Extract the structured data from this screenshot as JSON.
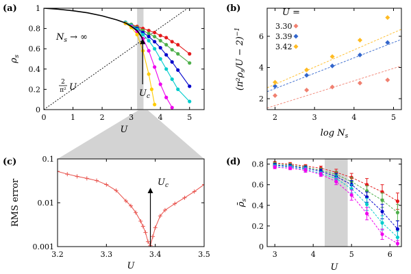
{
  "figure": {
    "panels": [
      "(a)",
      "(b)",
      "(c)",
      "(d)"
    ]
  },
  "chart_data": [
    {
      "panel": "(a)",
      "type": "line",
      "xlabel": "U",
      "ylabel": "ρ_s",
      "xlim": [
        0,
        5.5
      ],
      "ylim": [
        0,
        1
      ],
      "xticks": [
        0,
        1,
        2,
        3,
        4,
        5
      ],
      "yticks": [
        0,
        0.2,
        0.4,
        0.6,
        0.8,
        1
      ],
      "annotations": {
        "limit": "N_s → ∞",
        "linear": "U",
        "critical": "U_c"
      },
      "shaded_band": [
        3.2,
        3.42
      ],
      "critical_arrow": {
        "x": 3.39,
        "y_from": 0.25,
        "y_to": 0.7
      },
      "limit_curve": {
        "x": [
          0,
          0.5,
          1,
          1.5,
          2,
          2.5,
          2.8,
          3.0,
          3.2,
          3.3,
          3.39
        ],
        "y": [
          1.0,
          0.99,
          0.975,
          0.955,
          0.925,
          0.885,
          0.855,
          0.82,
          0.78,
          0.74,
          0.7
        ]
      },
      "linear_guide": {
        "x": [
          0,
          5.5
        ],
        "y": [
          0,
          1.114
        ]
      },
      "series": [
        {
          "color": "#e41a1c",
          "x": [
            2.8,
            3.0,
            3.2,
            3.4,
            3.6,
            3.8,
            4.0,
            4.2,
            4.4,
            4.6,
            5.0
          ],
          "y": [
            0.86,
            0.84,
            0.82,
            0.8,
            0.78,
            0.76,
            0.73,
            0.71,
            0.67,
            0.64,
            0.55
          ]
        },
        {
          "color": "#4daf4a",
          "x": [
            2.8,
            3.0,
            3.2,
            3.4,
            3.6,
            3.8,
            4.0,
            4.2,
            4.4,
            4.6,
            5.0
          ],
          "y": [
            0.86,
            0.84,
            0.81,
            0.78,
            0.75,
            0.72,
            0.68,
            0.64,
            0.59,
            0.55,
            0.46
          ]
        },
        {
          "color": "#0000cc",
          "x": [
            2.8,
            3.0,
            3.2,
            3.4,
            3.6,
            3.8,
            4.0,
            4.2,
            4.4,
            4.6,
            5.0
          ],
          "y": [
            0.86,
            0.83,
            0.8,
            0.76,
            0.72,
            0.67,
            0.61,
            0.54,
            0.47,
            0.39,
            0.23
          ]
        },
        {
          "color": "#00cccc",
          "x": [
            2.8,
            3.0,
            3.2,
            3.4,
            3.6,
            3.8,
            4.0,
            4.2,
            4.4,
            4.6,
            5.0
          ],
          "y": [
            0.86,
            0.83,
            0.79,
            0.74,
            0.68,
            0.6,
            0.5,
            0.4,
            0.3,
            0.2,
            0.08
          ]
        },
        {
          "color": "#ee00ee",
          "x": [
            2.8,
            3.0,
            3.2,
            3.4,
            3.6,
            3.8,
            4.0,
            4.2,
            4.4
          ],
          "y": [
            0.85,
            0.82,
            0.77,
            0.7,
            0.58,
            0.42,
            0.25,
            0.12,
            0.02
          ]
        },
        {
          "color": "#ffcc00",
          "x": [
            2.8,
            3.0,
            3.2,
            3.4,
            3.6,
            3.7,
            3.8
          ],
          "y": [
            0.85,
            0.81,
            0.74,
            0.58,
            0.35,
            0.2,
            0.05
          ]
        }
      ]
    },
    {
      "panel": "(b)",
      "type": "scatter",
      "xlabel": "log N_s",
      "ylabel": "(π²ρ_s/U − 2)⁻¹",
      "xlim": [
        1.8,
        5.2
      ],
      "ylim": [
        1.3,
        7.8
      ],
      "xticks": [
        2,
        3,
        4,
        5
      ],
      "yticks": [
        2,
        4,
        6
      ],
      "legend": {
        "title": "U =",
        "position": "top-left"
      },
      "series": [
        {
          "name": "3.30",
          "color": "#f08070",
          "x": [
            2.0,
            2.8,
            3.45,
            4.15,
            4.85
          ],
          "y": [
            2.2,
            2.55,
            2.75,
            3.0,
            3.2
          ],
          "fit": [
            [
              1.8,
              1.4
            ],
            [
              5.2,
              4.1
            ]
          ]
        },
        {
          "name": "3.39",
          "color": "#3366cc",
          "x": [
            2.0,
            2.8,
            3.45,
            4.15,
            4.85
          ],
          "y": [
            2.8,
            3.5,
            4.1,
            4.8,
            5.6
          ],
          "fit": [
            [
              1.8,
              2.45
            ],
            [
              5.2,
              5.8
            ]
          ]
        },
        {
          "name": "3.42",
          "color": "#ffbb22",
          "x": [
            2.0,
            2.8,
            3.45,
            4.15,
            4.85
          ],
          "y": [
            3.05,
            3.85,
            4.7,
            5.75,
            7.2
          ],
          "fit": [
            [
              1.8,
              2.7
            ],
            [
              5.2,
              6.45
            ]
          ]
        }
      ]
    },
    {
      "panel": "(c)",
      "type": "line",
      "xlabel": "U",
      "ylabel": "RMS error",
      "yscale": "log",
      "xlim": [
        3.2,
        3.5
      ],
      "ylim": [
        0.001,
        0.1
      ],
      "xticks": [
        3.2,
        3.3,
        3.4,
        3.5
      ],
      "yticks": [
        0.001,
        0.01,
        0.1
      ],
      "ytick_labels": [
        "0.001",
        "0.01",
        "0.1"
      ],
      "annotations": {
        "critical": "U_c"
      },
      "critical_arrow": {
        "x": 3.39,
        "y_from": 0.001,
        "y_to": 0.022
      },
      "series": [
        {
          "color": "#e8504a",
          "x": [
            3.2,
            3.22,
            3.24,
            3.26,
            3.28,
            3.3,
            3.32,
            3.34,
            3.35,
            3.36,
            3.37,
            3.375,
            3.38,
            3.385,
            3.39,
            3.395,
            3.4,
            3.41,
            3.42,
            3.44,
            3.46,
            3.48,
            3.5
          ],
          "y": [
            0.052,
            0.045,
            0.04,
            0.036,
            0.032,
            0.026,
            0.019,
            0.011,
            0.0085,
            0.006,
            0.0038,
            0.0029,
            0.0021,
            0.0013,
            0.00105,
            0.0017,
            0.0027,
            0.005,
            0.0068,
            0.0095,
            0.013,
            0.018,
            0.026
          ]
        }
      ]
    },
    {
      "panel": "(d)",
      "type": "line",
      "xlabel": "U",
      "ylabel": "ρ̄_s",
      "xlim": [
        2.8,
        6.3
      ],
      "ylim": [
        0,
        0.85
      ],
      "xticks": [
        3,
        4,
        5,
        6
      ],
      "yticks": [
        0,
        0.2,
        0.4,
        0.6,
        0.8
      ],
      "shaded_band": [
        4.3,
        4.9
      ],
      "series": [
        {
          "color": "#e41a1c",
          "x": [
            3.0,
            3.4,
            3.8,
            4.2,
            4.6,
            5.0,
            5.4,
            5.8,
            6.2
          ],
          "y": [
            0.81,
            0.8,
            0.78,
            0.76,
            0.72,
            0.67,
            0.6,
            0.53,
            0.44
          ],
          "err": [
            0.015,
            0.015,
            0.015,
            0.02,
            0.03,
            0.04,
            0.06,
            0.07,
            0.08
          ]
        },
        {
          "color": "#4daf4a",
          "x": [
            3.0,
            3.4,
            3.8,
            4.2,
            4.6,
            5.0,
            5.4,
            5.8,
            6.2
          ],
          "y": [
            0.8,
            0.79,
            0.77,
            0.74,
            0.7,
            0.63,
            0.54,
            0.45,
            0.33
          ],
          "err": [
            0.015,
            0.015,
            0.015,
            0.02,
            0.03,
            0.04,
            0.05,
            0.07,
            0.08
          ]
        },
        {
          "color": "#0000cc",
          "x": [
            3.0,
            3.4,
            3.8,
            4.2,
            4.6,
            5.0,
            5.4,
            5.8,
            6.2
          ],
          "y": [
            0.79,
            0.78,
            0.76,
            0.73,
            0.68,
            0.6,
            0.48,
            0.34,
            0.17
          ],
          "err": [
            0.015,
            0.015,
            0.02,
            0.02,
            0.03,
            0.04,
            0.05,
            0.07,
            0.08
          ]
        },
        {
          "color": "#00cccc",
          "x": [
            3.0,
            3.4,
            3.8,
            4.2,
            4.6,
            5.0,
            5.4,
            5.8,
            6.2
          ],
          "y": [
            0.78,
            0.77,
            0.75,
            0.71,
            0.66,
            0.56,
            0.41,
            0.23,
            0.09
          ],
          "err": [
            0.015,
            0.015,
            0.02,
            0.02,
            0.03,
            0.04,
            0.06,
            0.07,
            0.06
          ]
        },
        {
          "color": "#ee00ee",
          "x": [
            3.0,
            3.4,
            3.8,
            4.2,
            4.6,
            5.0,
            5.4,
            5.8,
            6.2
          ],
          "y": [
            0.77,
            0.76,
            0.74,
            0.7,
            0.63,
            0.5,
            0.32,
            0.12,
            0.03
          ],
          "err": [
            0.015,
            0.015,
            0.02,
            0.02,
            0.03,
            0.05,
            0.06,
            0.05,
            0.03
          ]
        }
      ]
    }
  ]
}
